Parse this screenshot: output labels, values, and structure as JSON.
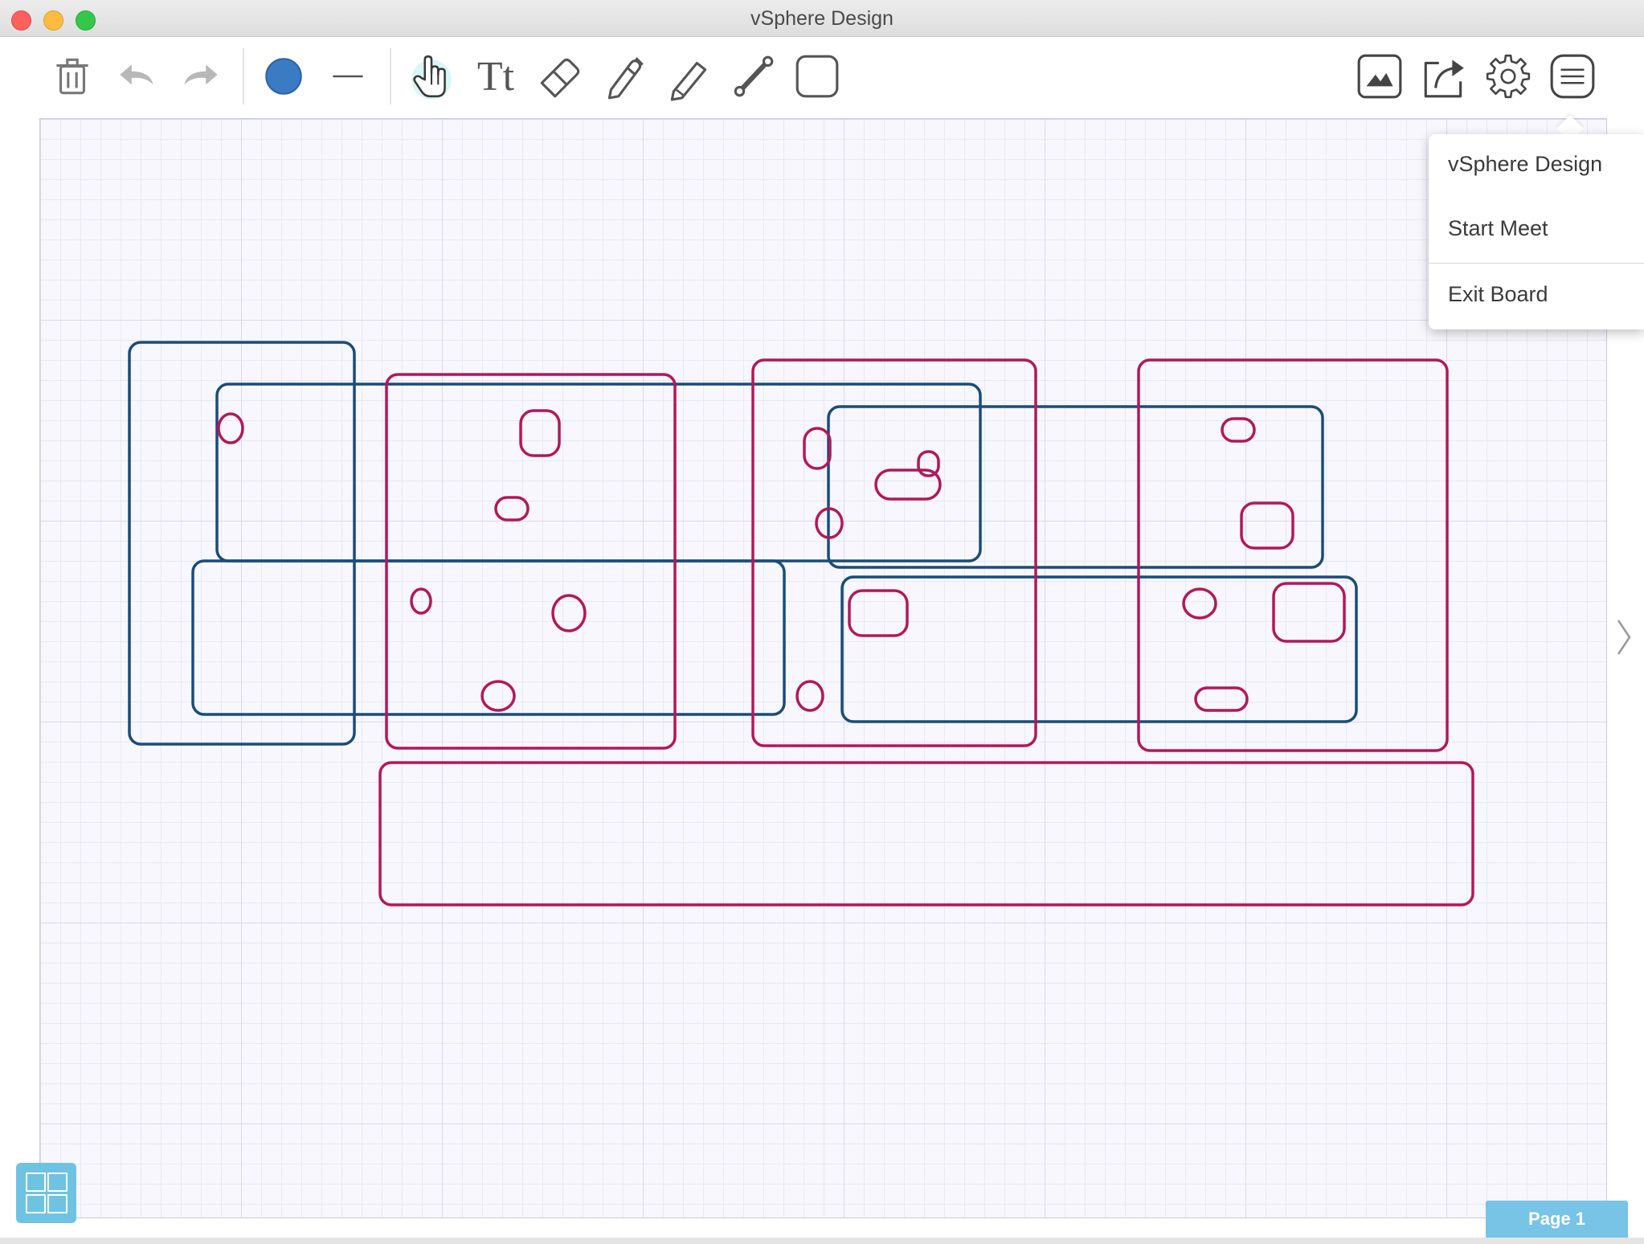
{
  "window": {
    "title": "vSphere Design"
  },
  "toolbar": {
    "tools": [
      {
        "name": "trash-icon",
        "label": "Delete"
      },
      {
        "name": "undo-icon",
        "label": "Undo"
      },
      {
        "name": "redo-icon",
        "label": "Redo"
      },
      {
        "name": "color-swatch",
        "label": "Color"
      },
      {
        "name": "line-weight-icon",
        "label": "Line weight"
      },
      {
        "name": "hand-pointer-icon",
        "label": "Pan"
      },
      {
        "name": "text-tool-icon",
        "label": "Tt"
      },
      {
        "name": "eraser-icon",
        "label": "Eraser"
      },
      {
        "name": "pen-icon",
        "label": "Pen"
      },
      {
        "name": "pencil-icon",
        "label": "Pencil"
      },
      {
        "name": "connector-icon",
        "label": "Line"
      },
      {
        "name": "rounded-rect-icon",
        "label": "Shape"
      },
      {
        "name": "image-icon",
        "label": "Insert image"
      },
      {
        "name": "share-icon",
        "label": "Share"
      },
      {
        "name": "gear-icon",
        "label": "Settings"
      },
      {
        "name": "menu-icon",
        "label": "Menu"
      }
    ],
    "text_tool_glyph": "Tt",
    "active_color": "#3a7bc4"
  },
  "menu": {
    "items": [
      "vSphere Design",
      "Start Meet",
      "Exit Board"
    ]
  },
  "drawing": {
    "colors": {
      "magenta": "#b3175a",
      "navy": "#1a4c78"
    }
  },
  "footer": {
    "page_label": "Page 1"
  }
}
